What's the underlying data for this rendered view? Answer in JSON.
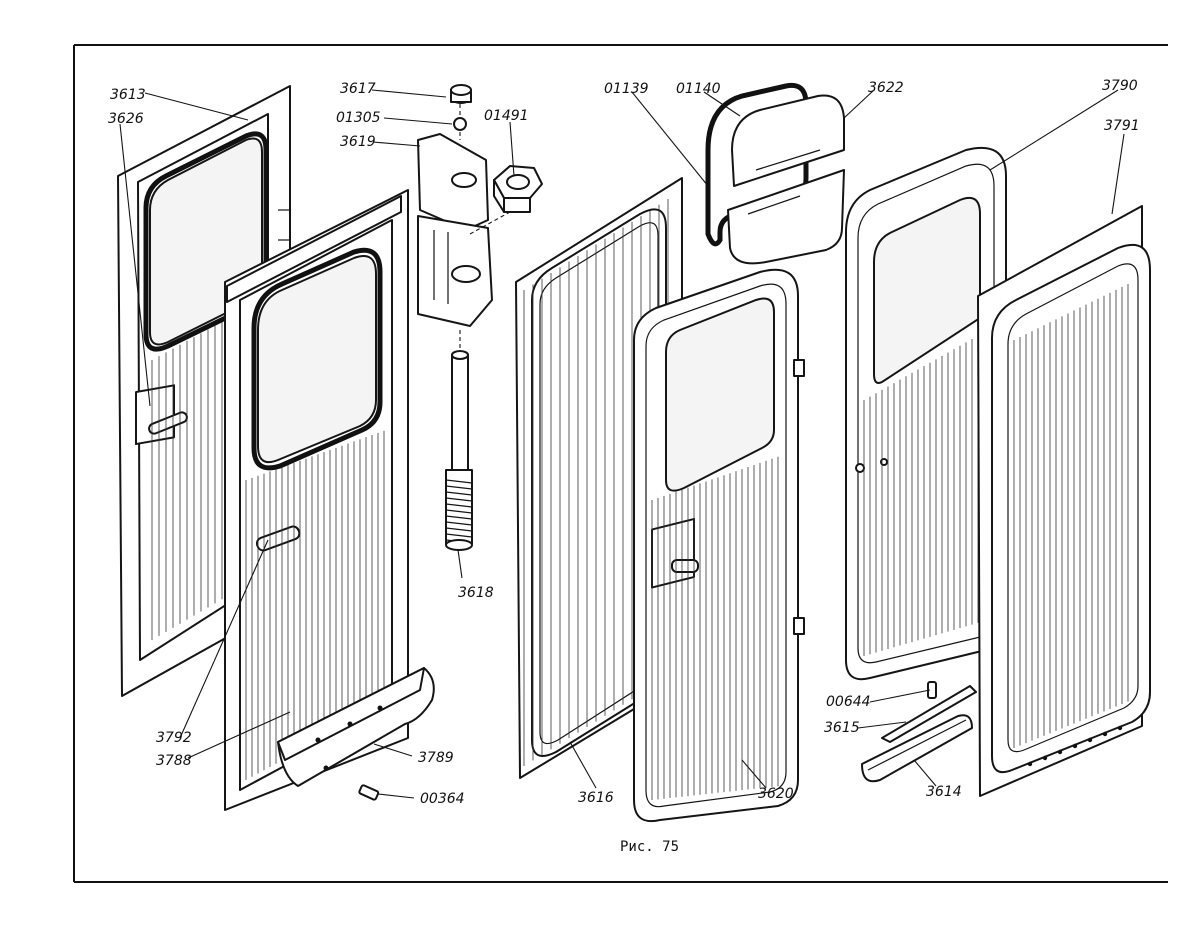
{
  "figure": {
    "caption": "Рис. 75"
  },
  "callouts": {
    "c3613": "3613",
    "c3626": "3626",
    "c3617": "3617",
    "c01305": "01305",
    "c3619": "3619",
    "c01491": "01491",
    "c01139": "01139",
    "c01140": "01140",
    "c3622": "3622",
    "c3790": "3790",
    "c3791": "3791",
    "c3618": "3618",
    "c3792": "3792",
    "c3788": "3788",
    "c3789": "3789",
    "c00364": "00364",
    "c3616": "3616",
    "c3620": "3620",
    "c00644": "00644",
    "c3615": "3615",
    "c3614": "3614"
  }
}
